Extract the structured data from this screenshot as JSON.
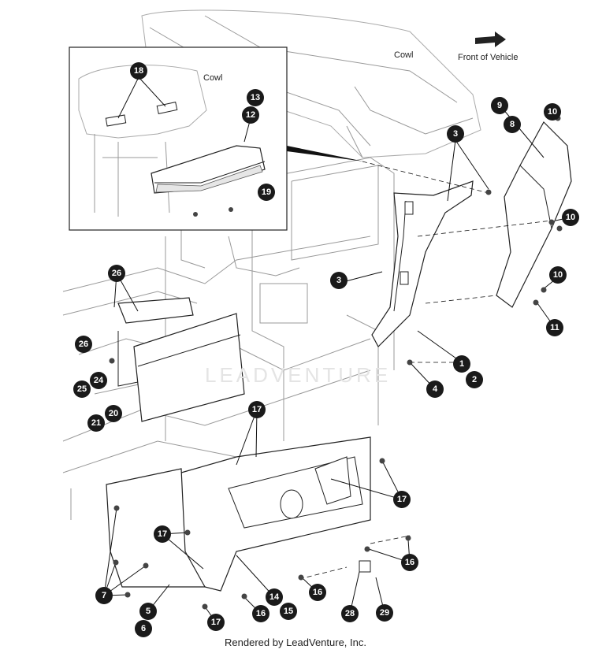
{
  "labels": {
    "cowl_main": "Cowl",
    "cowl_inset": "Cowl",
    "front_of_vehicle": "Front of Vehicle",
    "watermark": "LEADVENTURE",
    "footer": "Rendered by LeadVenture, Inc."
  },
  "callouts": [
    {
      "id": "c18",
      "num": "18"
    },
    {
      "id": "c13",
      "num": "13"
    },
    {
      "id": "c12",
      "num": "12"
    },
    {
      "id": "c19",
      "num": "19"
    },
    {
      "id": "c3a",
      "num": "3"
    },
    {
      "id": "c3b",
      "num": "3"
    },
    {
      "id": "c9",
      "num": "9"
    },
    {
      "id": "c8",
      "num": "8"
    },
    {
      "id": "c10a",
      "num": "10"
    },
    {
      "id": "c10b",
      "num": "10"
    },
    {
      "id": "c10c",
      "num": "10"
    },
    {
      "id": "c11",
      "num": "11"
    },
    {
      "id": "c1",
      "num": "1"
    },
    {
      "id": "c2",
      "num": "2"
    },
    {
      "id": "c4",
      "num": "4"
    },
    {
      "id": "c26a",
      "num": "26"
    },
    {
      "id": "c26b",
      "num": "26"
    },
    {
      "id": "c24",
      "num": "24"
    },
    {
      "id": "c25",
      "num": "25"
    },
    {
      "id": "c20",
      "num": "20"
    },
    {
      "id": "c21",
      "num": "21"
    },
    {
      "id": "c17a",
      "num": "17"
    },
    {
      "id": "c17b",
      "num": "17"
    },
    {
      "id": "c17c",
      "num": "17"
    },
    {
      "id": "c17d",
      "num": "17"
    },
    {
      "id": "c7",
      "num": "7"
    },
    {
      "id": "c5",
      "num": "5"
    },
    {
      "id": "c6",
      "num": "6"
    },
    {
      "id": "c16a",
      "num": "16"
    },
    {
      "id": "c16b",
      "num": "16"
    },
    {
      "id": "c16c",
      "num": "16"
    },
    {
      "id": "c14",
      "num": "14"
    },
    {
      "id": "c15",
      "num": "15"
    },
    {
      "id": "c28",
      "num": "28"
    },
    {
      "id": "c29",
      "num": "29"
    }
  ]
}
